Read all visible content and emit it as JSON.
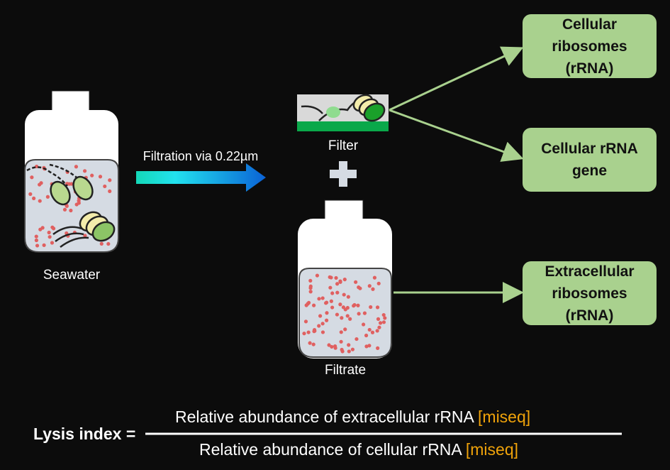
{
  "seawater": {
    "label": "Seawater"
  },
  "filtration": {
    "label": "Filtration via 0.22µm"
  },
  "filter": {
    "label": "Filter"
  },
  "filtrate": {
    "label": "Filtrate"
  },
  "outputs": [
    {
      "lines": [
        "Cellular",
        "ribosomes",
        "(rRNA)"
      ]
    },
    {
      "lines": [
        "Cellular rRNA",
        "gene"
      ]
    },
    {
      "lines": [
        "Extracellular",
        "ribosomes",
        "(rRNA)"
      ]
    }
  ],
  "formula": {
    "lhs": "Lysis index =",
    "numerator": "Relative abundance of extracellular rRNA",
    "denominator": "Relative abundance of cellular rRNA",
    "tag": "[miseq]"
  },
  "colors": {
    "background": "#0c0c0c",
    "box": "#a9d18e",
    "accent": "#f0a30a",
    "ribosome": "#e06060",
    "liquid": "#d5dbe3",
    "filter_green": "#0aa84a"
  }
}
